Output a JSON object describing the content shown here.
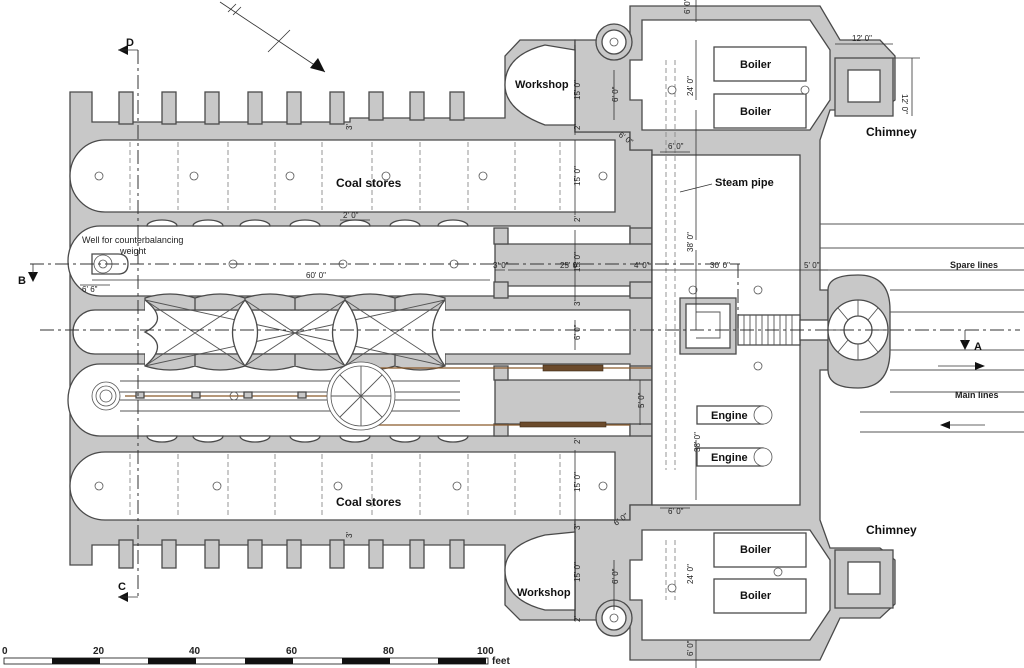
{
  "labels": {
    "workshop_top": "Workshop",
    "workshop_bottom": "Workshop",
    "boiler_1": "Boiler",
    "boiler_2": "Boiler",
    "boiler_3": "Boiler",
    "boiler_4": "Boiler",
    "chimney_top": "Chimney",
    "chimney_bottom": "Chimney",
    "coal_stores_top": "Coal  stores",
    "coal_stores_bottom": "Coal  stores",
    "steam_pipe": "Steam pipe",
    "well_line1": "Well for counterbalancing",
    "well_line2": "weight",
    "engine_1": "Engine",
    "engine_2": "Engine",
    "spare_lines": "Spare lines",
    "main_lines": "Main lines"
  },
  "section_marks": {
    "a": "A",
    "b": "B",
    "c": "C",
    "d": "D"
  },
  "dimensions": {
    "d_12a": "12' 0\"",
    "d_12b": "12' 0\"",
    "d_6top": "6' 0\"",
    "d_15ws": "15' 0\"",
    "d_6ws": "6' 0\"",
    "d_24a": "24' 0\"",
    "d_6_0a": "6' 0\"",
    "d_6_0b": "6' 0\"",
    "d_2_0": "2' 0\"",
    "d_15a": "15' 0\"",
    "d_15b": "15' 0\"",
    "d_38a": "38' 0\"",
    "d_3_0": "3' 0\"",
    "d_25_0": "25' 0\"",
    "d_4_0": "4' 0\"",
    "d_30_0": "30' 0\"",
    "d_5_0": "5' 0\"",
    "d_60_0": "60' 0\"",
    "d_6_6": "6' 6\"",
    "d_6mid": "6' 0\"",
    "d_5mid": "5' 0\"",
    "d_38b": "38' 0\"",
    "d_15c": "15' 0\"",
    "d_6_0c": "6' 0\"",
    "d_6_0d": "6' 0\"",
    "d_15ws2": "15' 0\"",
    "d_6ws2": "6' 0\"",
    "d_24b": "24' 0\"",
    "d_6bot": "6' 0\"",
    "d_3a": "3'",
    "d_3b": "3'",
    "d_2a": "2'",
    "d_2b": "2'",
    "d_3c": "3'",
    "d_2c": "2'",
    "d_3d": "3'",
    "d_2d": "2'"
  },
  "scale_bar": {
    "ticks": [
      "0",
      "20",
      "40",
      "60",
      "80",
      "100"
    ],
    "unit": "feet"
  }
}
